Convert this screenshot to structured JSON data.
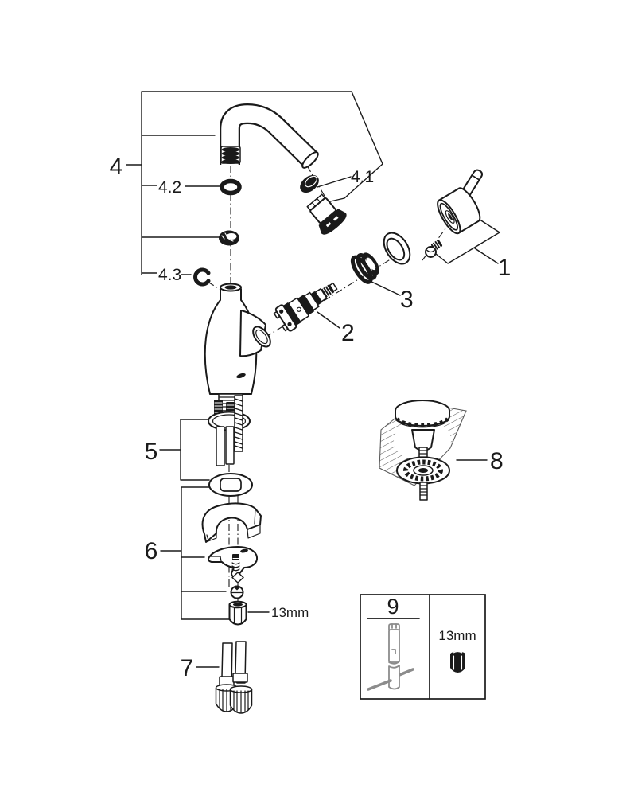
{
  "figure": {
    "kind": "exploded parts diagram",
    "subject": "single-lever basin mixer tap with pop-up waste",
    "colors": {
      "line": "#1a1a1a",
      "bg": "#ffffff",
      "tool": "#8c8c8c",
      "hatch": "#5a5a5a"
    }
  },
  "callouts": {
    "handle_group": "1",
    "cartridge": "2",
    "cartridge_ring": "3",
    "spout_group": "4",
    "aerator": "4.1",
    "spout_o_ring": "4.2",
    "spout_clip": "4.3",
    "mounting_set": "5",
    "fixing_set": "6",
    "supply_hoses": "7",
    "waste_set": "8",
    "tool": "9",
    "fixing_nut_size": "13mm",
    "tool_size": "13mm"
  }
}
